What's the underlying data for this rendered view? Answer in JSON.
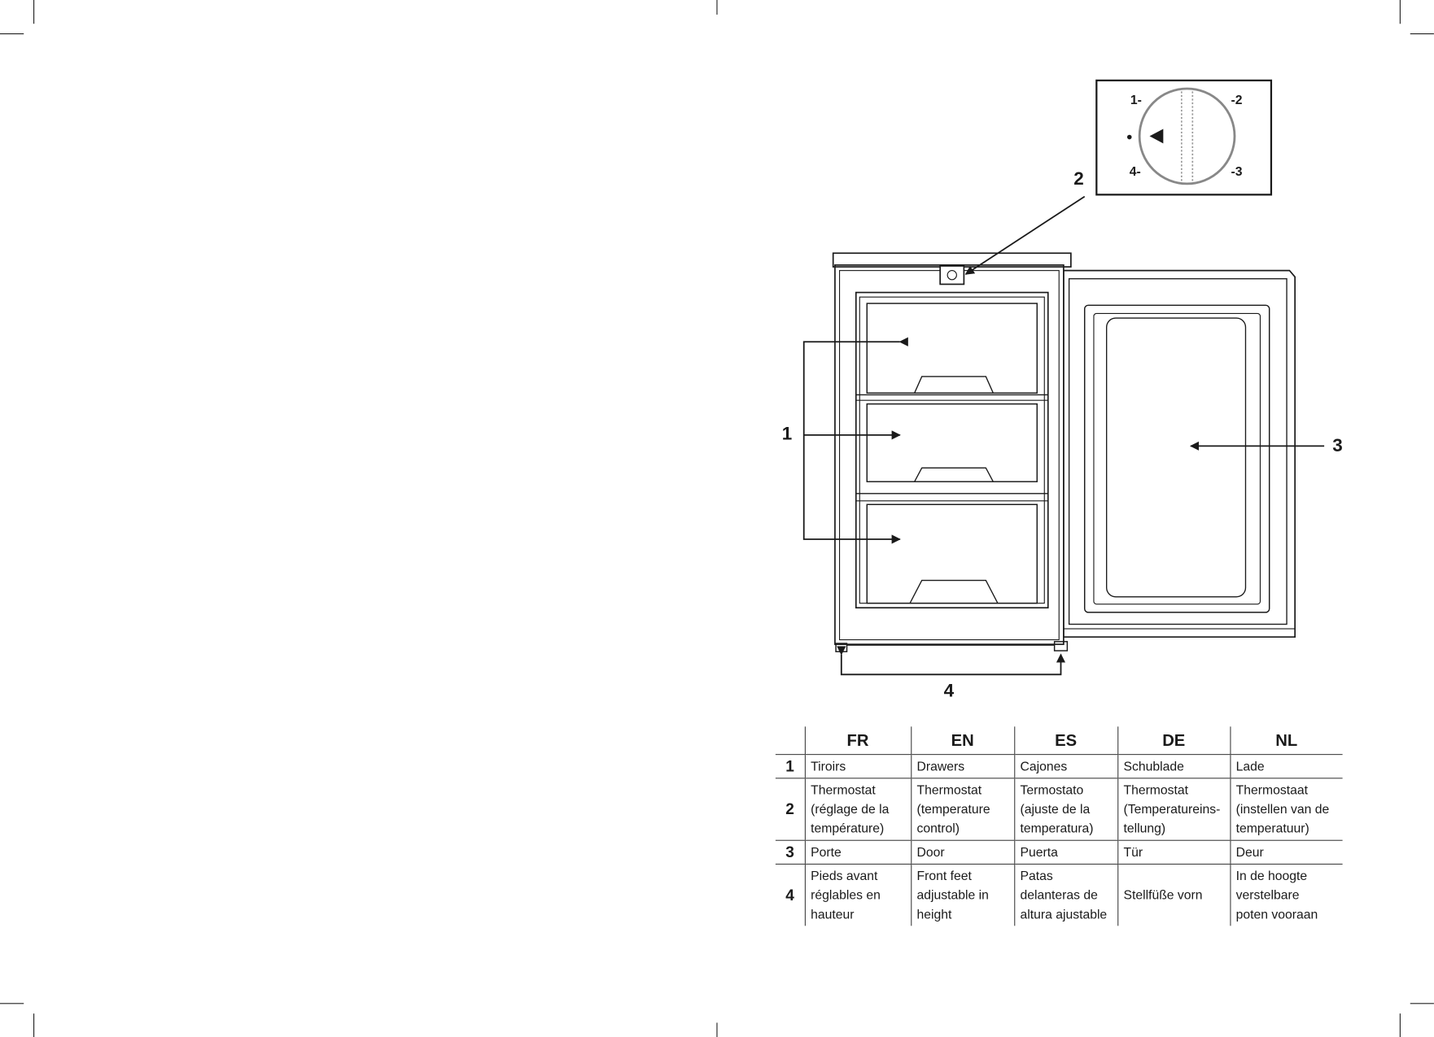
{
  "dial": {
    "labels": {
      "top_left": "1-",
      "top_right": "-2",
      "bottom_left": "4-",
      "bottom_right": "-3"
    }
  },
  "callouts": {
    "drawers": "1",
    "thermostat": "2",
    "door": "3",
    "feet": "4"
  },
  "legend": {
    "columns": [
      "",
      "FR",
      "EN",
      "ES",
      "DE",
      "NL"
    ],
    "rows": [
      {
        "num": "1",
        "FR": "Tiroirs",
        "EN": "Drawers",
        "ES": "Cajones",
        "DE": "Schublade",
        "NL": "Lade"
      },
      {
        "num": "2",
        "FR": [
          "Thermostat",
          "(réglage de la",
          "température)"
        ],
        "EN": [
          "Thermostat",
          "(temperature",
          "control)"
        ],
        "ES": [
          "Termostato",
          "(ajuste de la",
          "temperatura)"
        ],
        "DE": [
          "Thermostat",
          "(Temperatureins-",
          "tellung)"
        ],
        "NL": [
          "Thermostaat",
          "(instellen van de",
          "temperatuur)"
        ]
      },
      {
        "num": "3",
        "FR": "Porte",
        "EN": "Door",
        "ES": "Puerta",
        "DE": "Tür",
        "NL": "Deur"
      },
      {
        "num": "4",
        "FR": [
          "Pieds avant",
          "réglables en",
          "hauteur"
        ],
        "EN": [
          "Front feet",
          "adjustable in",
          "height"
        ],
        "ES": [
          "Patas",
          "delanteras de",
          "altura ajustable"
        ],
        "DE": "Stellfüße vorn",
        "NL": [
          "In de hoogte",
          "verstelbare",
          "poten vooraan"
        ]
      }
    ]
  }
}
